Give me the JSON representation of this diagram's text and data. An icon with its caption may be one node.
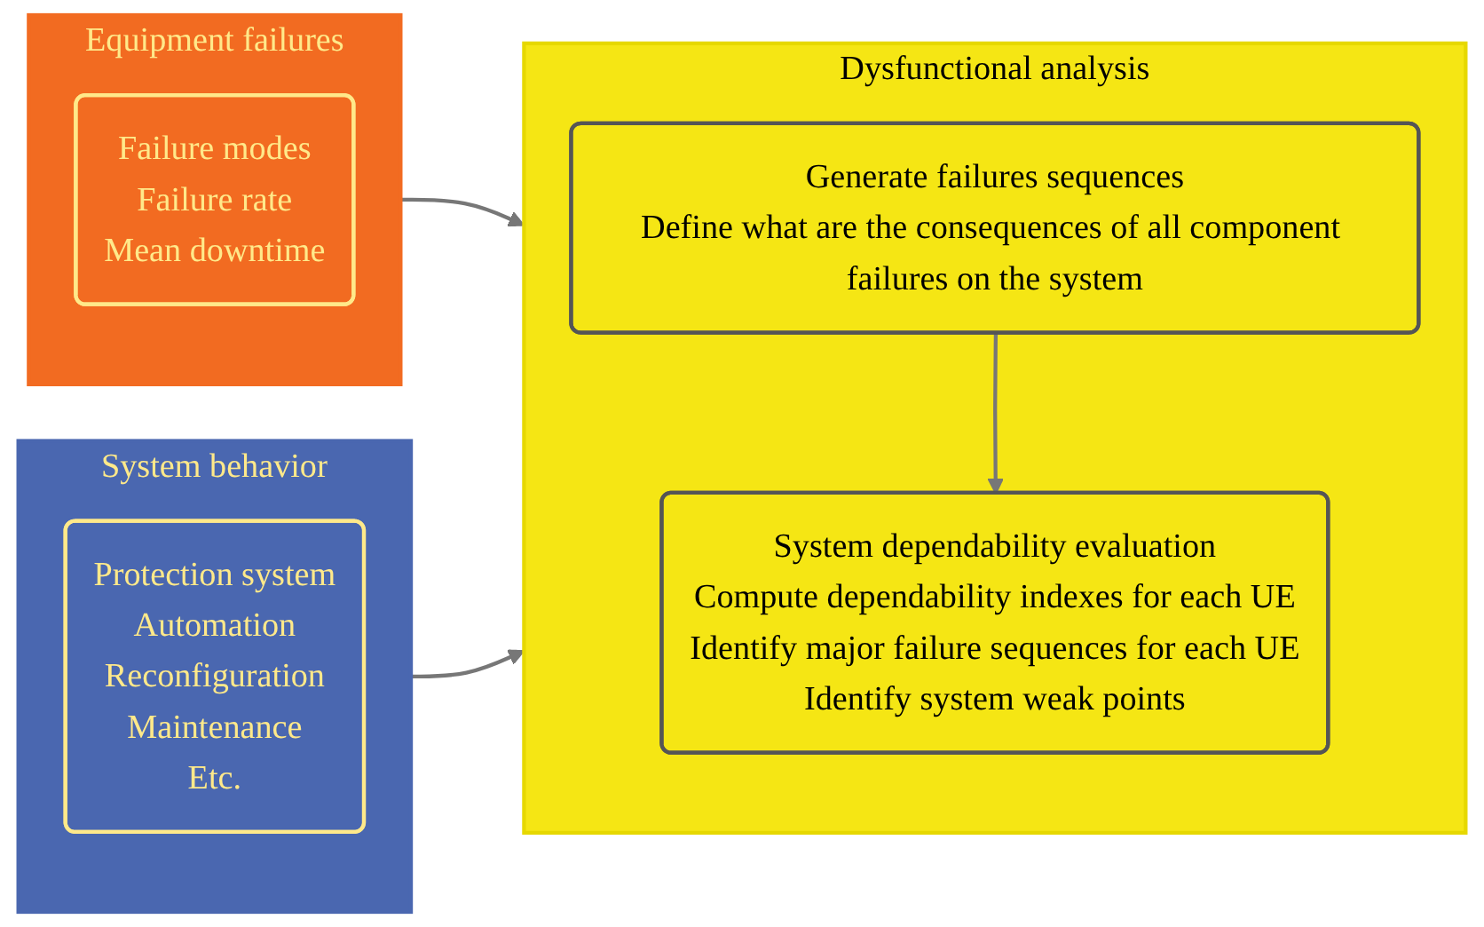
{
  "diagram": {
    "nodes": [
      {
        "text": [
          "Equipment failures"
        ]
      },
      {
        "text": [
          "Failure modes",
          "Failure rate",
          "Mean downtime"
        ],
        "in": 0
      },
      {
        "text": [
          "System behavior"
        ]
      },
      {
        "text": [
          "Protection system",
          "Automation",
          "Reconfiguration",
          "Maintenance",
          "Etc."
        ],
        "in": 2
      },
      {
        "text": [
          "Dysfunctional analysis"
        ]
      },
      {
        "text": [
          "Generate failures sequences",
          "Define what are the consequences of all component failures on the system"
        ],
        "in": 4
      },
      {
        "text": [
          "System dependability evaluation",
          "Compute dependability indexes for each UE",
          "Identify major failure sequences for each UE",
          "Identify system weak points"
        ],
        "in": 4
      }
    ],
    "edges": [
      {
        "from": 0,
        "to": 4,
        "arrow": "to"
      },
      {
        "from": 2,
        "to": 4,
        "arrow": "to"
      },
      {
        "from": 5,
        "to": 6,
        "arrow": "to"
      }
    ]
  }
}
